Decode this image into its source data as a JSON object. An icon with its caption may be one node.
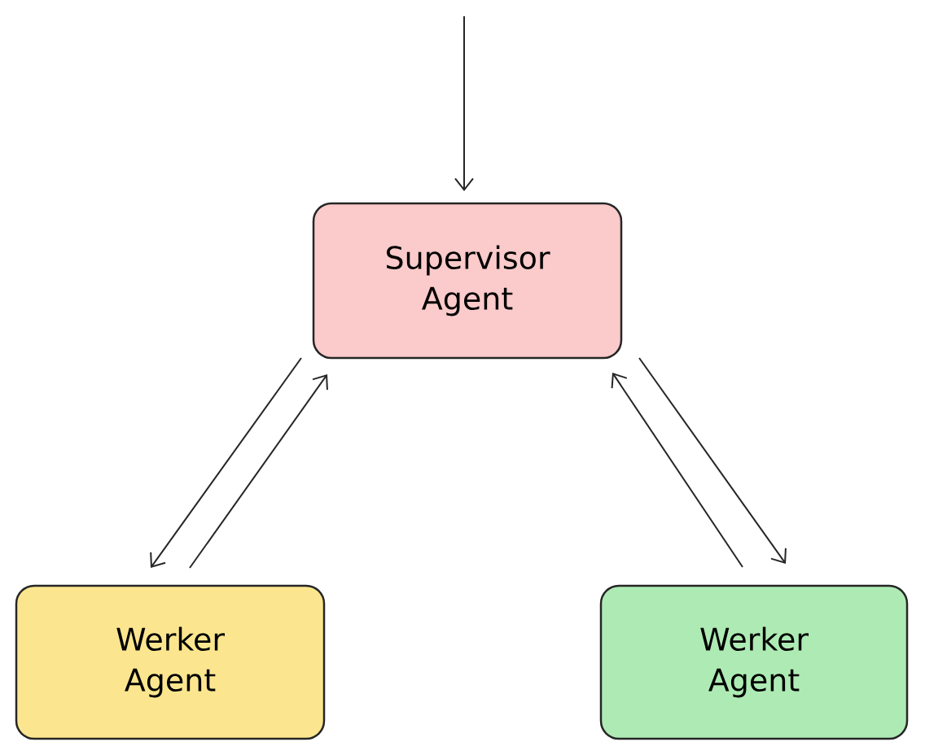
{
  "diagram": {
    "nodes": [
      {
        "text": [
          "Supervisor Agent"
        ]
      },
      {
        "text": [
          "Werker Agent"
        ]
      },
      {
        "text": [
          "Werker Agent"
        ]
      }
    ],
    "edges": [
      {
        "from": null,
        "to": 0,
        "arrow": "to"
      },
      {
        "from": 0,
        "to": 1,
        "arrow": "to"
      },
      {
        "from": 1,
        "to": 0,
        "arrow": "to"
      },
      {
        "from": 0,
        "to": 2,
        "arrow": "to"
      },
      {
        "from": 2,
        "to": 0,
        "arrow": "to"
      }
    ]
  }
}
